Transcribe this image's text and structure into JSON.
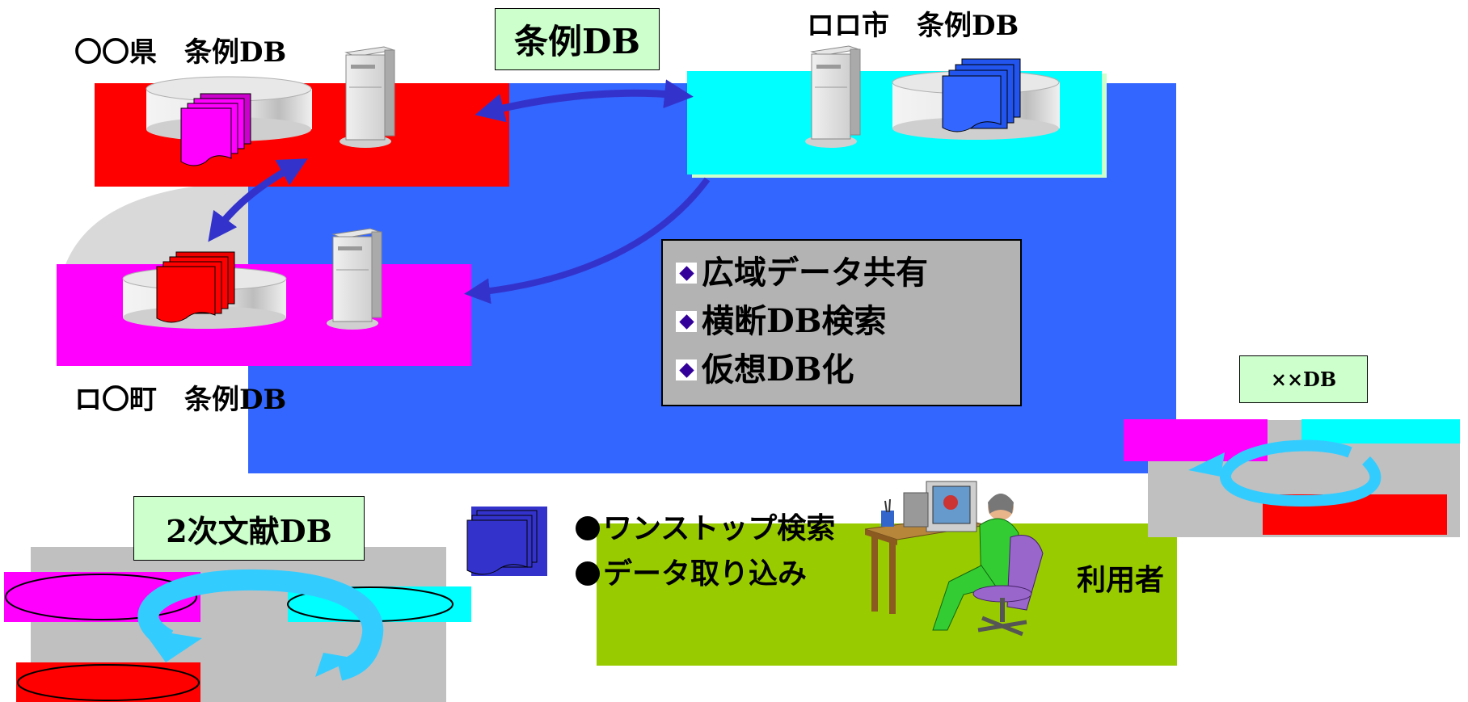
{
  "nodes": {
    "prefecture": {
      "label": "〇〇県　条例DB"
    },
    "city": {
      "label": "ロロ市　条例DB"
    },
    "town": {
      "label": "ロ〇町　条例DB"
    }
  },
  "center_title": "条例DB",
  "features": [
    "広域データ共有",
    "横断DB検索",
    "仮想DB化"
  ],
  "secondary_db": {
    "label": "2次文献DB"
  },
  "other_db": {
    "label": "××DB"
  },
  "user": {
    "label": "利用者",
    "actions": [
      "ワンストップ検索",
      "データ取り込み"
    ]
  },
  "colors": {
    "network": "#3366ff",
    "prefecture": "#ff0000",
    "city": "#00ffff",
    "town": "#ff00ff",
    "user_area": "#99cc00",
    "gray_area": "#c0c0c0",
    "title_box": "#ccffcc",
    "feature_box": "#b3b3b3",
    "arrow": "#3333cc",
    "cycle_arrow": "#33ccff"
  }
}
